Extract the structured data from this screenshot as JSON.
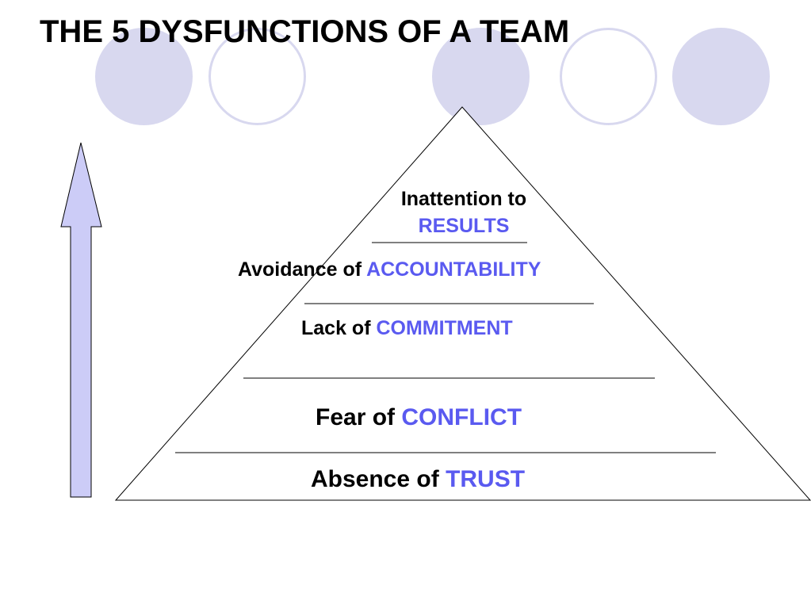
{
  "slide": {
    "title": "THE 5 DYSFUNCTIONS OF A TEAM"
  },
  "pyramid": {
    "levels": [
      {
        "prefix": "Inattention to",
        "keyword": "RESULTS"
      },
      {
        "prefix": "Avoidance of",
        "keyword": "ACCOUNTABILITY"
      },
      {
        "prefix": "Lack of",
        "keyword": "COMMITMENT"
      },
      {
        "prefix": "Fear of",
        "keyword": "CONFLICT"
      },
      {
        "prefix": "Absence of",
        "keyword": "TRUST"
      }
    ]
  },
  "colors": {
    "keyword": "#5a5af0",
    "arrow_fill": "#ccccf7",
    "circle": "#d8d8ef"
  }
}
